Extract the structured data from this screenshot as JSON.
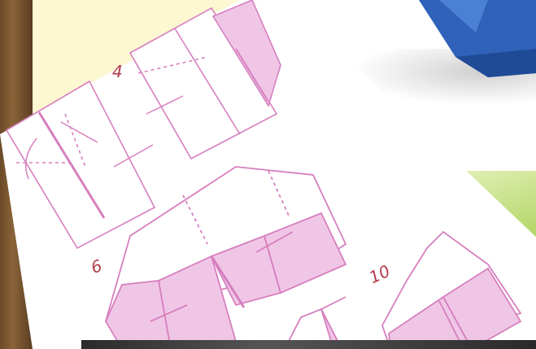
{
  "steps": {
    "step_4": "4",
    "step_6": "6",
    "step_10": "10"
  },
  "colors": {
    "paper_pink": "#f0c6e6",
    "line_pink": "#d67fbe",
    "number_red": "#b3394a",
    "boat_blue": "#2f62b8",
    "cream": "#fdf7d2"
  },
  "icons": [
    "fold-arrow-icon",
    "paper-boat-icon"
  ]
}
